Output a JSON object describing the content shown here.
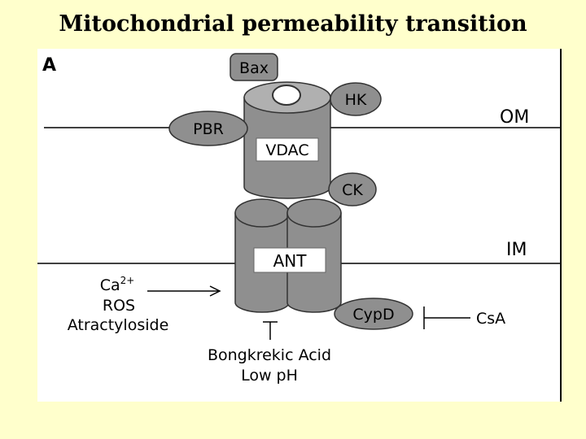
{
  "title": "Mitochondrial permeability transition",
  "panel_label": "A",
  "membranes": {
    "outer": "OM",
    "inner": "IM"
  },
  "proteins": {
    "bax": "Bax",
    "hk": "HK",
    "pbr": "PBR",
    "vdac": "VDAC",
    "ck": "CK",
    "ant": "ANT",
    "cypd": "CypD"
  },
  "activators": {
    "line1": "Ca",
    "line1_sup": "2+",
    "line2": "ROS",
    "line3": "Atractyloside"
  },
  "ant_inhibitors": {
    "line1": "Bongkrekic Acid",
    "line2": "Low pH"
  },
  "cypd_inhibitor": "CsA",
  "colors": {
    "background": "#FFFFCC",
    "protein_fill": "#8F8F8F",
    "protein_top": "#B0B0B0"
  }
}
